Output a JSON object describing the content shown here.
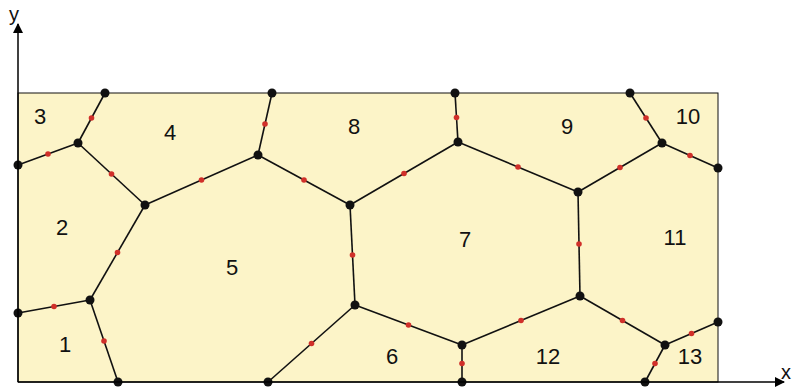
{
  "diagram": {
    "labels": [
      "y",
      "3",
      "4",
      "8",
      "9",
      "10",
      "2",
      "5",
      "7",
      "11",
      "1",
      "6",
      "12",
      "13",
      "x"
    ]
  }
}
